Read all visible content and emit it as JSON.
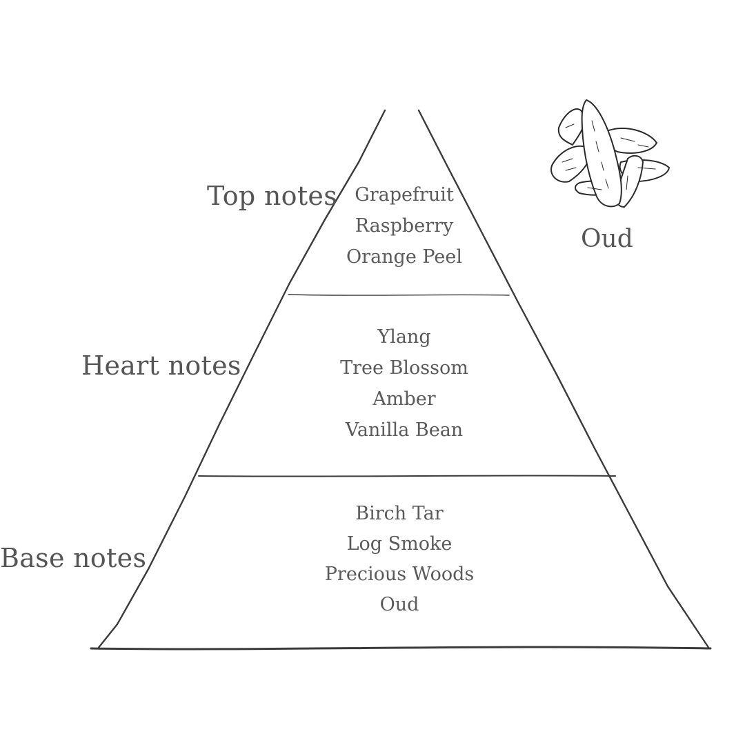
{
  "tiers": [
    {
      "label": "Top notes",
      "notes": [
        "Grapefruit",
        "Raspberry",
        "Orange Peel"
      ]
    },
    {
      "label": "Heart notes",
      "notes": [
        "Ylang",
        "Tree Blossom",
        "Amber",
        "Vanilla Bean"
      ]
    },
    {
      "label": "Base notes",
      "notes": [
        "Birch Tar",
        "Log Smoke",
        "Precious Woods",
        "Oud"
      ]
    }
  ],
  "illustration": {
    "label": "Oud",
    "icon": "oud-wood-chips-icon"
  },
  "colors": {
    "line": "#3a3a3a",
    "text": "#555555"
  }
}
